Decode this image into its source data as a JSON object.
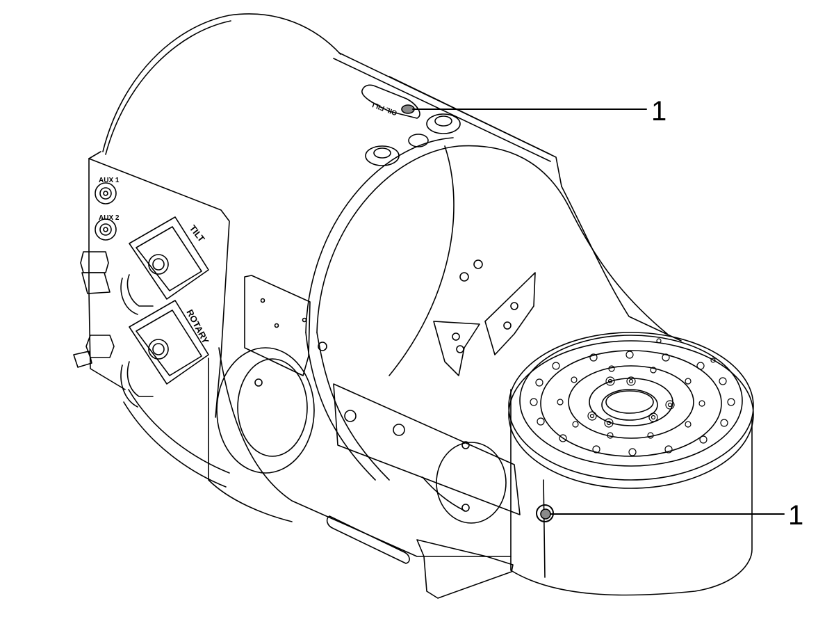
{
  "diagram": {
    "panel_labels": {
      "aux1": "AUX 1",
      "aux2": "AUX 2",
      "tilt": "TILT",
      "rotary": "ROTARY",
      "oil_fill": "OIL FILL"
    },
    "callouts": [
      {
        "id": "oil-fill-plug",
        "label": "1"
      },
      {
        "id": "rotary-side-plug",
        "label": "1"
      }
    ],
    "colors": {
      "line": "#000000",
      "plug_fill": "#8a8a8a",
      "background": "#ffffff"
    }
  }
}
